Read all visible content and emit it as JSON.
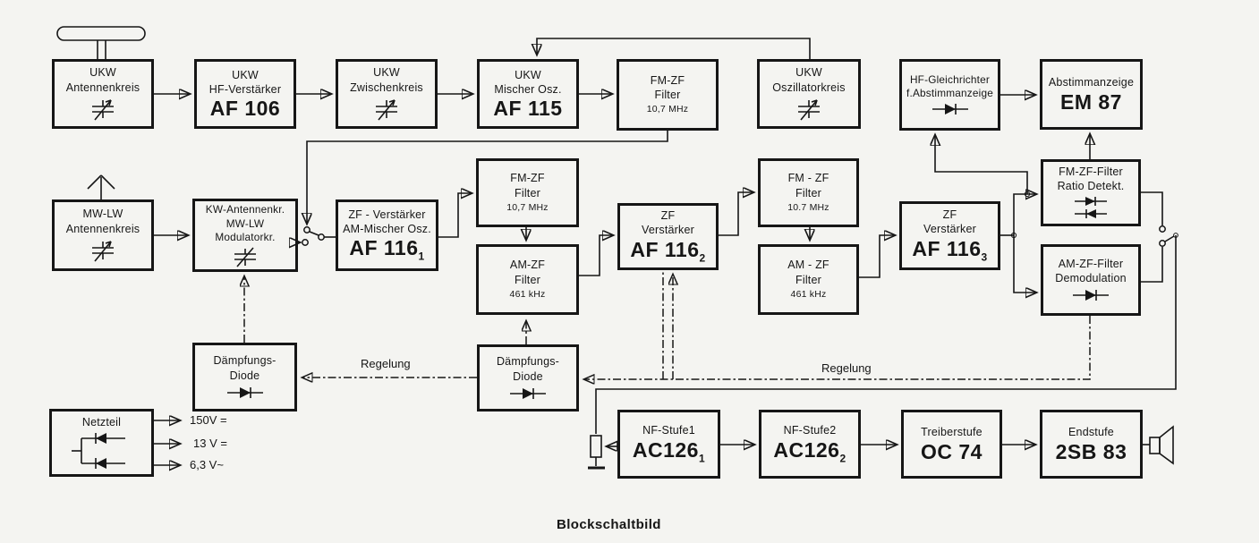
{
  "title": "Blockschaltbild",
  "boxes": {
    "ukw_antennenkreis": {
      "l1": "UKW",
      "l2": "Antennenkreis"
    },
    "ukw_hf_verstaerker": {
      "l1": "UKW",
      "l2": "HF-Verstärker",
      "part": "AF 106"
    },
    "ukw_zwischenkreis": {
      "l1": "UKW",
      "l2": "Zwischenkreis"
    },
    "ukw_mischer_osz": {
      "l1": "UKW",
      "l2": "Mischer Osz.",
      "part": "AF 115"
    },
    "fm_zf_filter_1": {
      "l1": "FM-ZF",
      "l2": "Filter",
      "freq": "10,7 MHz"
    },
    "ukw_oszillatorkreis": {
      "l1": "UKW",
      "l2": "Oszillatorkreis"
    },
    "hf_gleichrichter": {
      "l1": "HF-Gleichrichter",
      "l2": "f.Abstimmanzeige"
    },
    "abstimmanzeige": {
      "l1": "Abstimmanzeige",
      "part": "EM 87"
    },
    "mw_lw_antennenkreis": {
      "l1": "MW-LW",
      "l2": "Antennenkreis"
    },
    "kw_antennenkreis": {
      "l1": "KW-Antennenkr.",
      "l2": "MW-LW",
      "l3": "Modulatorkr."
    },
    "zf_verstaerker_1": {
      "l1": "ZF - Verstärker",
      "l2": "AM-Mischer Osz.",
      "part": "AF 116",
      "sub": "1"
    },
    "fm_zf_filter_2": {
      "l1": "FM-ZF",
      "l2": "Filter",
      "freq": "10,7 MHz"
    },
    "am_zf_filter_1": {
      "l1": "AM-ZF",
      "l2": "Filter",
      "freq": "461 kHz"
    },
    "zf_verstaerker_2": {
      "l1": "ZF",
      "l2": "Verstärker",
      "part": "AF 116",
      "sub": "2"
    },
    "fm_zf_filter_3": {
      "l1": "FM - ZF",
      "l2": "Filter",
      "freq": "10.7 MHz"
    },
    "am_zf_filter_2": {
      "l1": "AM - ZF",
      "l2": "Filter",
      "freq": "461 kHz"
    },
    "zf_verstaerker_3": {
      "l1": "ZF",
      "l2": "Verstärker",
      "part": "AF 116",
      "sub": "3"
    },
    "ratio_detektor": {
      "l1": "FM-ZF-Filter",
      "l2": "Ratio Detekt."
    },
    "demodulation": {
      "l1": "AM-ZF-Filter",
      "l2": "Demodulation"
    },
    "daempfungsdiode_1": {
      "l1": "Dämpfungs-",
      "l2": "Diode"
    },
    "daempfungsdiode_2": {
      "l1": "Dämpfungs-",
      "l2": "Diode"
    },
    "netzteil": {
      "l1": "Netzteil"
    },
    "nf_stufe_1": {
      "l1": "NF-Stufe1",
      "part": "AC126",
      "sub": "1"
    },
    "nf_stufe_2": {
      "l1": "NF-Stufe2",
      "part": "AC126",
      "sub": "2"
    },
    "treiberstufe": {
      "l1": "Treiberstufe",
      "part": "OC 74"
    },
    "endstufe": {
      "l1": "Endstufe",
      "part": "2SB 83"
    }
  },
  "labels": {
    "regelung_left": "Regelung",
    "regelung_right": "Regelung",
    "supply_150": "150V =",
    "supply_13": "13 V =",
    "supply_63": "6,3 V~",
    "caption": "Blockschaltbild"
  },
  "colors": {
    "ink": "#161616",
    "paper": "#f4f4f1"
  }
}
